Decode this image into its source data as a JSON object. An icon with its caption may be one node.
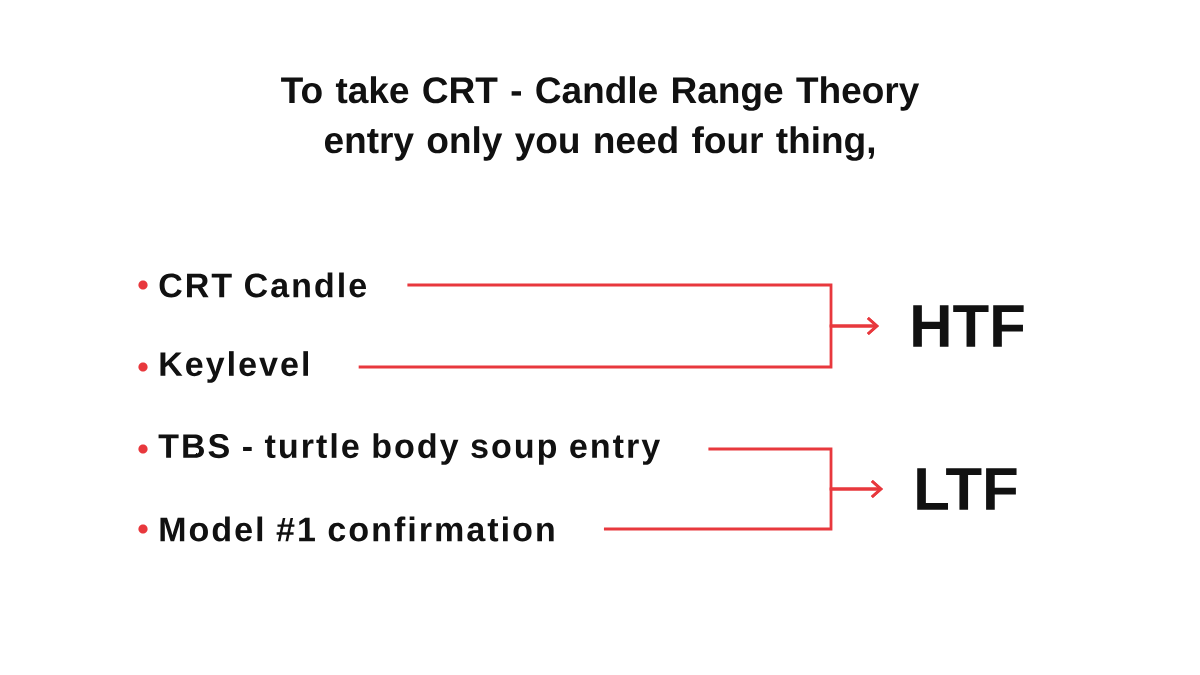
{
  "diagram": {
    "title": "To take CRT - Candle Range Theory entry only you need four thing,",
    "nodes": [
      {
        "text": [
          "CRT Candle"
        ]
      },
      {
        "text": [
          "Keylevel"
        ]
      },
      {
        "text": [
          "HTF"
        ]
      },
      {
        "text": [
          "TBS - turtle body soup entry"
        ]
      },
      {
        "text": [
          "Model #1 confirmation"
        ]
      },
      {
        "text": [
          "LTF"
        ]
      }
    ],
    "edges": [
      {
        "from": 0,
        "to": 2,
        "arrow": "to"
      },
      {
        "from": 1,
        "to": 2,
        "arrow": "to"
      },
      {
        "from": 3,
        "to": 5,
        "arrow": "to"
      },
      {
        "from": 4,
        "to": 5,
        "arrow": "to"
      }
    ]
  }
}
